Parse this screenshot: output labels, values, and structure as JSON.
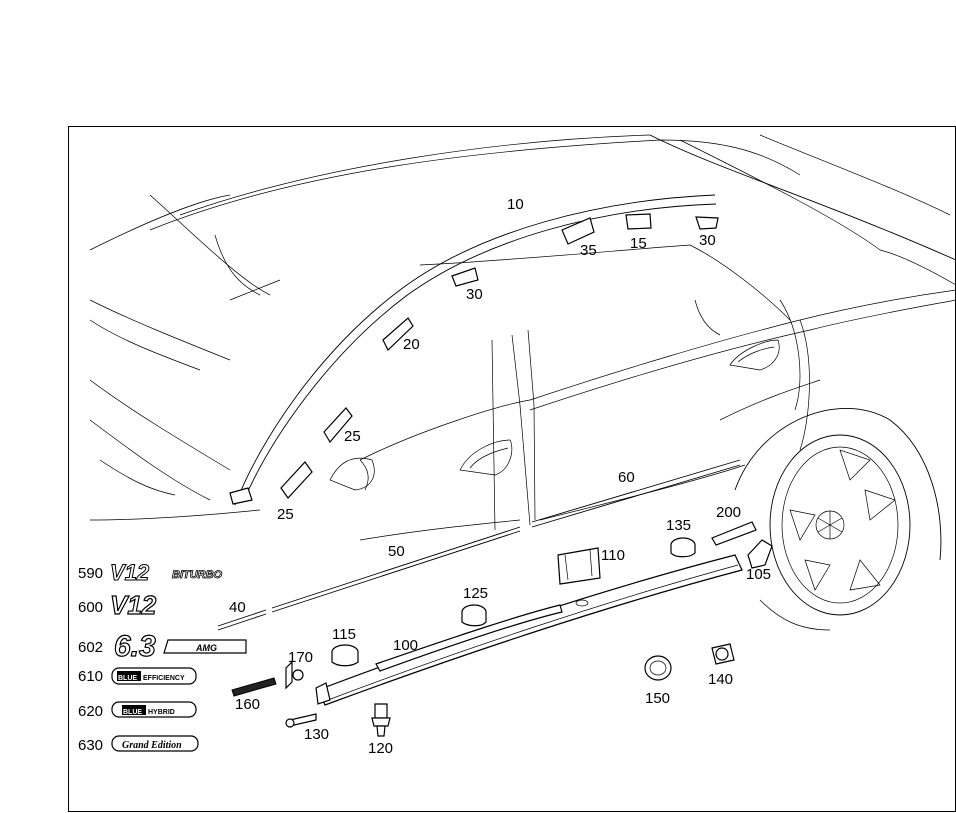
{
  "callouts": [
    {
      "id": "c10",
      "label": "10"
    },
    {
      "id": "c35",
      "label": "35"
    },
    {
      "id": "c15",
      "label": "15"
    },
    {
      "id": "c30a",
      "label": "30"
    },
    {
      "id": "c30b",
      "label": "30"
    },
    {
      "id": "c20",
      "label": "20"
    },
    {
      "id": "c25a",
      "label": "25"
    },
    {
      "id": "c25b",
      "label": "25"
    },
    {
      "id": "c60",
      "label": "60"
    },
    {
      "id": "c200",
      "label": "200"
    },
    {
      "id": "c135",
      "label": "135"
    },
    {
      "id": "c110",
      "label": "110"
    },
    {
      "id": "c105",
      "label": "105"
    },
    {
      "id": "c50",
      "label": "50"
    },
    {
      "id": "c125",
      "label": "125"
    },
    {
      "id": "c40",
      "label": "40"
    },
    {
      "id": "c115",
      "label": "115"
    },
    {
      "id": "c100",
      "label": "100"
    },
    {
      "id": "c170",
      "label": "170"
    },
    {
      "id": "c160",
      "label": "160"
    },
    {
      "id": "c130",
      "label": "130"
    },
    {
      "id": "c120",
      "label": "120"
    },
    {
      "id": "c150",
      "label": "150"
    },
    {
      "id": "c140",
      "label": "140"
    }
  ],
  "badges": [
    {
      "number": "590",
      "text": "V12",
      "sub": "BITURBO"
    },
    {
      "number": "600",
      "text": "V12"
    },
    {
      "number": "602",
      "text": "6.3",
      "sub": "AMG"
    },
    {
      "number": "610",
      "text": "BLUE",
      "sub": "EFFICIENCY"
    },
    {
      "number": "620",
      "text": "BLUE",
      "sub": "HYBRID"
    },
    {
      "number": "630",
      "text": "Grand Edition"
    }
  ]
}
